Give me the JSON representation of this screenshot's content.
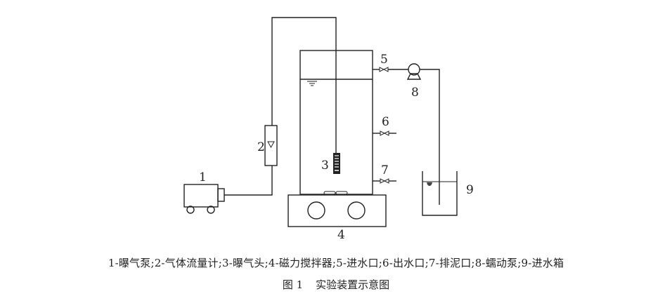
{
  "figure": {
    "component_labels": {
      "c1": "1",
      "c2": "2",
      "c3": "3",
      "c4": "4",
      "c5": "5",
      "c6": "6",
      "c7": "7",
      "c8": "8",
      "c9": "9"
    },
    "legend_text": "1-曝气泵;2-气体流量计;3-曝气头;4-磁力搅拌器;5-进水口;6-出水口;7-排泥口;8-蠕动泵;9-进水箱",
    "caption_number": "图 1",
    "caption_title": "实验装置示意图"
  },
  "components": [
    {
      "id": "1",
      "name": "曝气泵"
    },
    {
      "id": "2",
      "name": "气体流量计"
    },
    {
      "id": "3",
      "name": "曝气头"
    },
    {
      "id": "4",
      "name": "磁力搅拌器"
    },
    {
      "id": "5",
      "name": "进水口"
    },
    {
      "id": "6",
      "name": "出水口"
    },
    {
      "id": "7",
      "name": "排泥口"
    },
    {
      "id": "8",
      "name": "蠕动泵"
    },
    {
      "id": "9",
      "name": "进水箱"
    }
  ]
}
